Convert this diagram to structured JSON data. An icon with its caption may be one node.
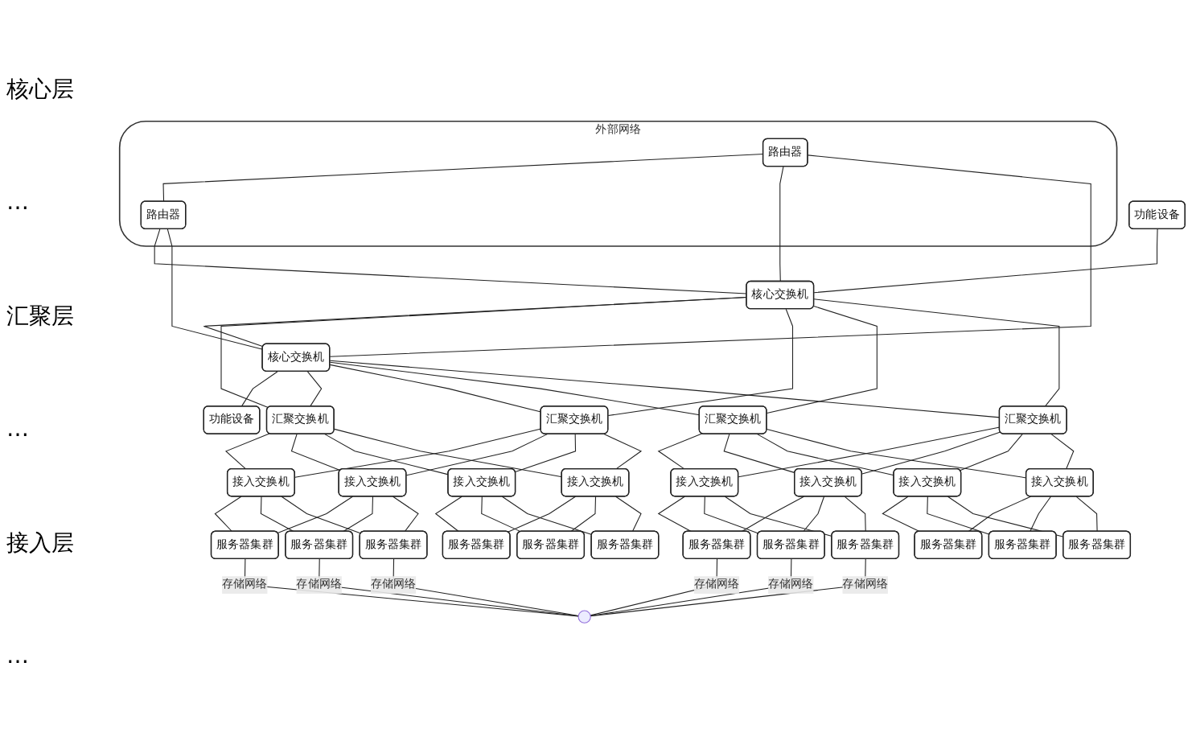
{
  "diagram": {
    "nodes": [
      {
        "text": [
          "外部网络"
        ]
      },
      {
        "text": [
          "路由器"
        ],
        "in": 0
      },
      {
        "text": [
          "路由器"
        ],
        "in": 0
      },
      {
        "text": [
          "功能设备"
        ]
      },
      {
        "text": [
          "核心交换机"
        ]
      },
      {
        "text": [
          "核心交换机"
        ]
      },
      {
        "text": [
          "功能设备"
        ]
      },
      {
        "text": [
          "汇聚交换机"
        ]
      },
      {
        "text": [
          "汇聚交换机"
        ]
      },
      {
        "text": [
          "汇聚交换机"
        ]
      },
      {
        "text": [
          "汇聚交换机"
        ]
      },
      {
        "text": [
          "接入交换机"
        ]
      },
      {
        "text": [
          "接入交换机"
        ]
      },
      {
        "text": [
          "接入交换机"
        ]
      },
      {
        "text": [
          "接入交换机"
        ]
      },
      {
        "text": [
          "接入交换机"
        ]
      },
      {
        "text": [
          "接入交换机"
        ]
      },
      {
        "text": [
          "接入交换机"
        ]
      },
      {
        "text": [
          "接入交换机"
        ]
      },
      {
        "text": [
          "服务器集群"
        ]
      },
      {
        "text": [
          "服务器集群"
        ]
      },
      {
        "text": [
          "服务器集群"
        ]
      },
      {
        "text": [
          "服务器集群"
        ]
      },
      {
        "text": [
          "服务器集群"
        ]
      },
      {
        "text": [
          "服务器集群"
        ]
      },
      {
        "text": [
          "服务器集群"
        ]
      },
      {
        "text": [
          "服务器集群"
        ]
      },
      {
        "text": [
          "服务器集群"
        ]
      },
      {
        "text": [
          "服务器集群"
        ]
      },
      {
        "text": [
          "服务器集群"
        ]
      },
      {
        "text": [
          "服务器集群"
        ]
      },
      {
        "text": [],
        "shape": "circle"
      }
    ],
    "edges": [
      {
        "from": 1,
        "to": 2,
        "arrow": "none"
      },
      {
        "from": 1,
        "to": 4,
        "arrow": "none"
      },
      {
        "from": 1,
        "to": 5,
        "arrow": "none"
      },
      {
        "from": 2,
        "to": 4,
        "arrow": "none"
      },
      {
        "from": 2,
        "to": 5,
        "arrow": "none"
      },
      {
        "from": 3,
        "to": 4,
        "arrow": "none"
      },
      {
        "from": 4,
        "to": 5,
        "arrow": "none"
      },
      {
        "from": 5,
        "to": 6,
        "arrow": "none"
      },
      {
        "from": 4,
        "to": 7,
        "arrow": "none"
      },
      {
        "from": 4,
        "to": 8,
        "arrow": "none"
      },
      {
        "from": 4,
        "to": 9,
        "arrow": "none"
      },
      {
        "from": 4,
        "to": 10,
        "arrow": "none"
      },
      {
        "from": 5,
        "to": 7,
        "arrow": "none"
      },
      {
        "from": 5,
        "to": 8,
        "arrow": "none"
      },
      {
        "from": 5,
        "to": 9,
        "arrow": "none"
      },
      {
        "from": 5,
        "to": 10,
        "arrow": "none"
      },
      {
        "from": 7,
        "to": 11,
        "arrow": "none"
      },
      {
        "from": 7,
        "to": 12,
        "arrow": "none"
      },
      {
        "from": 7,
        "to": 15,
        "arrow": "none"
      },
      {
        "from": 7,
        "to": 16,
        "arrow": "none"
      },
      {
        "from": 8,
        "to": 11,
        "arrow": "none"
      },
      {
        "from": 8,
        "to": 12,
        "arrow": "none"
      },
      {
        "from": 8,
        "to": 15,
        "arrow": "none"
      },
      {
        "from": 8,
        "to": 16,
        "arrow": "none"
      },
      {
        "from": 9,
        "to": 13,
        "arrow": "none"
      },
      {
        "from": 9,
        "to": 14,
        "arrow": "none"
      },
      {
        "from": 9,
        "to": 17,
        "arrow": "none"
      },
      {
        "from": 9,
        "to": 18,
        "arrow": "none"
      },
      {
        "from": 10,
        "to": 13,
        "arrow": "none"
      },
      {
        "from": 10,
        "to": 14,
        "arrow": "none"
      },
      {
        "from": 10,
        "to": 17,
        "arrow": "none"
      },
      {
        "from": 10,
        "to": 18,
        "arrow": "none"
      },
      {
        "from": 11,
        "to": 19,
        "arrow": "none"
      },
      {
        "from": 11,
        "to": 20,
        "arrow": "none"
      },
      {
        "from": 11,
        "to": 21,
        "arrow": "none"
      },
      {
        "from": 12,
        "to": 19,
        "arrow": "none"
      },
      {
        "from": 12,
        "to": 20,
        "arrow": "none"
      },
      {
        "from": 12,
        "to": 21,
        "arrow": "none"
      },
      {
        "from": 13,
        "to": 22,
        "arrow": "none"
      },
      {
        "from": 13,
        "to": 23,
        "arrow": "none"
      },
      {
        "from": 13,
        "to": 24,
        "arrow": "none"
      },
      {
        "from": 14,
        "to": 22,
        "arrow": "none"
      },
      {
        "from": 14,
        "to": 23,
        "arrow": "none"
      },
      {
        "from": 14,
        "to": 24,
        "arrow": "none"
      },
      {
        "from": 15,
        "to": 25,
        "arrow": "none"
      },
      {
        "from": 15,
        "to": 26,
        "arrow": "none"
      },
      {
        "from": 15,
        "to": 27,
        "arrow": "none"
      },
      {
        "from": 16,
        "to": 25,
        "arrow": "none"
      },
      {
        "from": 16,
        "to": 26,
        "arrow": "none"
      },
      {
        "from": 16,
        "to": 27,
        "arrow": "none"
      },
      {
        "from": 17,
        "to": 28,
        "arrow": "none"
      },
      {
        "from": 17,
        "to": 29,
        "arrow": "none"
      },
      {
        "from": 17,
        "to": 30,
        "arrow": "none"
      },
      {
        "from": 18,
        "to": 28,
        "arrow": "none"
      },
      {
        "from": 18,
        "to": 29,
        "arrow": "none"
      },
      {
        "from": 18,
        "to": 30,
        "arrow": "none"
      },
      {
        "from": 19,
        "to": 31,
        "arrow": "none",
        "label": "存储网络"
      },
      {
        "from": 20,
        "to": 31,
        "arrow": "none",
        "label": "存储网络"
      },
      {
        "from": 21,
        "to": 31,
        "arrow": "none",
        "label": "存储网络"
      },
      {
        "from": 22,
        "to": 31,
        "arrow": "none",
        "label": "存储网络"
      },
      {
        "from": 23,
        "to": 31,
        "arrow": "none",
        "label": "存储网络"
      },
      {
        "from": 24,
        "to": 31,
        "arrow": "none",
        "label": "存储网络"
      }
    ],
    "labels": [
      "核心层",
      "…",
      "汇聚层",
      "…",
      "接入层",
      "…"
    ]
  }
}
